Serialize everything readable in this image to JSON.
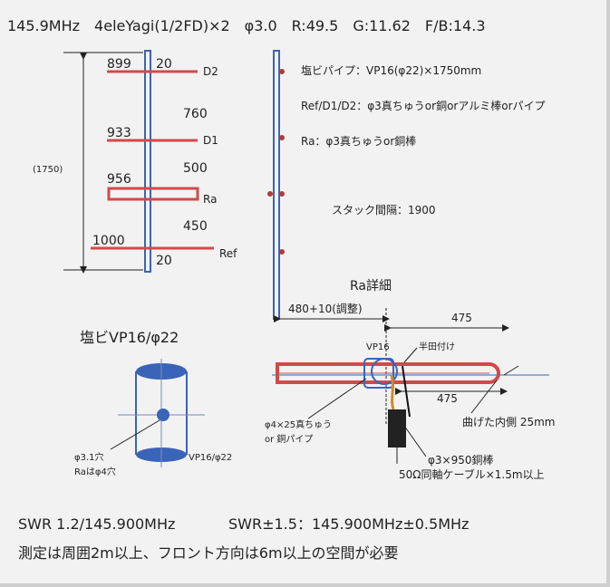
{
  "title": "145.9MHz　4eleYagi(1/2FD)×2　φ3.0　R:49.5　G:11.62　F/B:14.3",
  "elements": [
    {
      "name": "D2",
      "length": "899",
      "label": "D2"
    },
    {
      "name": "D1",
      "length": "933",
      "label": "D1"
    },
    {
      "name": "Ra",
      "length": "956",
      "label": "Ra"
    },
    {
      "name": "Ref",
      "length": "1000",
      "label": "Ref"
    }
  ],
  "spacings": [
    "760",
    "500",
    "450"
  ],
  "top_offset": "20",
  "bottom_offset": "20",
  "boom_total": "(1750)",
  "notes": {
    "boom": "塩ビパイプ：VP16(φ22)×1750mm",
    "elements_material": "Ref/D1/D2：φ3真ちゅうor銅orアルミ棒orパイプ",
    "ra_material": "Ra：φ3真ちゅうor銅棒",
    "stack": "スタック間隔：1900"
  },
  "ra_detail": {
    "title": "Ra詳細",
    "offset": "480+10(調整)",
    "len_top": "475",
    "len_bottom": "475",
    "vp16": "VP16",
    "solder": "半田付け",
    "inner_bend": "曲げた内側 25mm",
    "pipe": "φ4×25真ちゅう",
    "pipe2": "or 銅パイプ",
    "rod": "φ3×950銅棒",
    "cable": "50Ω同軸ケーブル×1.5m以上"
  },
  "pipe_detail": {
    "title": "塩ビVP16/φ22",
    "hole": "φ3.1穴",
    "hole_ra": "Raはφ4穴",
    "label": "VP16/φ22"
  },
  "swr": {
    "line1": "SWR 1.2/145.900MHz",
    "line2": "SWR±1.5：145.900MHz±0.5MHz"
  },
  "footer": "測定は周囲2m以上、フロント方向は6m以上の空間が必要",
  "colors": {
    "element": "#d14a4a",
    "boom": "#3a64b8",
    "dim": "#222222"
  }
}
